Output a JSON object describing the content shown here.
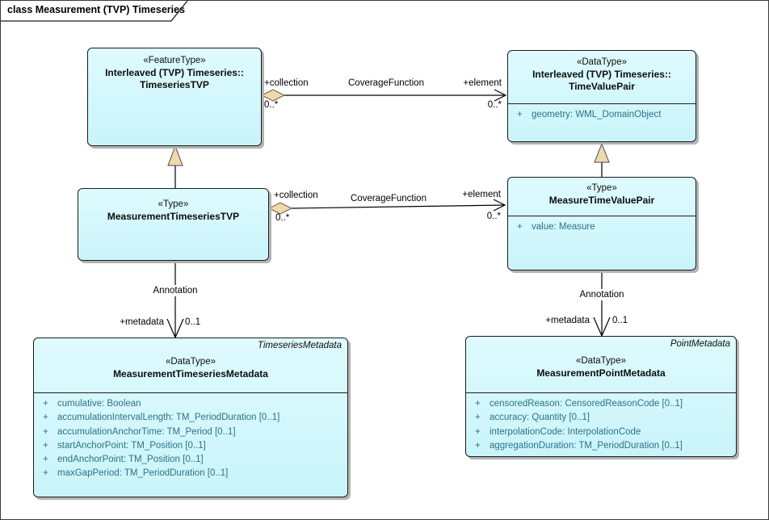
{
  "frame": {
    "title": "class Measurement (TVP) Timeseries"
  },
  "classes": {
    "timeseries_tvp": {
      "stereotype": "«FeatureType»",
      "name_line1": "Interleaved (TVP) Timeseries::",
      "name_line2": "TimeseriesTVP"
    },
    "time_value_pair": {
      "stereotype": "«DataType»",
      "name_line1": "Interleaved (TVP) Timeseries::",
      "name_line2": "TimeValuePair",
      "attributes": [
        {
          "vis": "+",
          "text": "geometry: WML_DomainObject"
        }
      ]
    },
    "measurement_timeseries_tvp": {
      "stereotype": "«Type»",
      "name": "MeasurementTimeseriesTVP"
    },
    "measure_time_value_pair": {
      "stereotype": "«Type»",
      "name": "MeasureTimeValuePair",
      "attributes": [
        {
          "vis": "+",
          "text": "value: Measure"
        }
      ]
    },
    "measurement_timeseries_metadata": {
      "corner_label": "TimeseriesMetadata",
      "stereotype": "«DataType»",
      "name": "MeasurementTimeseriesMetadata",
      "attributes": [
        {
          "vis": "+",
          "text": "cumulative: Boolean"
        },
        {
          "vis": "+",
          "text": "accumulationIntervalLength: TM_PeriodDuration [0..1]"
        },
        {
          "vis": "+",
          "text": "accumulationAnchorTime: TM_Period [0..1]"
        },
        {
          "vis": "+",
          "text": "startAnchorPoint: TM_Position [0..1]"
        },
        {
          "vis": "+",
          "text": "endAnchorPoint: TM_Position [0..1]"
        },
        {
          "vis": "+",
          "text": "maxGapPeriod: TM_PeriodDuration [0..1]"
        }
      ]
    },
    "measurement_point_metadata": {
      "corner_label": "PointMetadata",
      "stereotype": "«DataType»",
      "name": "MeasurementPointMetadata",
      "attributes": [
        {
          "vis": "+",
          "text": "censoredReason: CensoredReasonCode [0..1]"
        },
        {
          "vis": "+",
          "text": "accuracy: Quantity [0..1]"
        },
        {
          "vis": "+",
          "text": "interpolationCode: InterpolationCode"
        },
        {
          "vis": "+",
          "text": "aggregationDuration: TM_PeriodDuration [0..1]"
        }
      ]
    }
  },
  "connectors": {
    "coverage_top": {
      "name": "CoverageFunction",
      "source_role": "+collection",
      "source_multiplicity": "0..*",
      "target_role": "+element",
      "target_multiplicity": "0..*"
    },
    "coverage_middle": {
      "name": "CoverageFunction",
      "source_role": "+collection",
      "source_multiplicity": "0..*",
      "target_role": "+element",
      "target_multiplicity": "0..*"
    },
    "annotation_left": {
      "name": "Annotation",
      "target_role": "+metadata",
      "target_multiplicity": "0..1"
    },
    "annotation_right": {
      "name": "Annotation",
      "target_role": "+metadata",
      "target_multiplicity": "0..1"
    }
  },
  "colors": {
    "box_fill_top": "#defbfe",
    "box_fill_bottom": "#c9f4fa",
    "box_border": "#1c1c1c",
    "attribute_text": "#2f7187",
    "decorator_fill": "#efd9ae",
    "decorator_border": "#6b5a36",
    "shadow": "#b3b3b3"
  }
}
